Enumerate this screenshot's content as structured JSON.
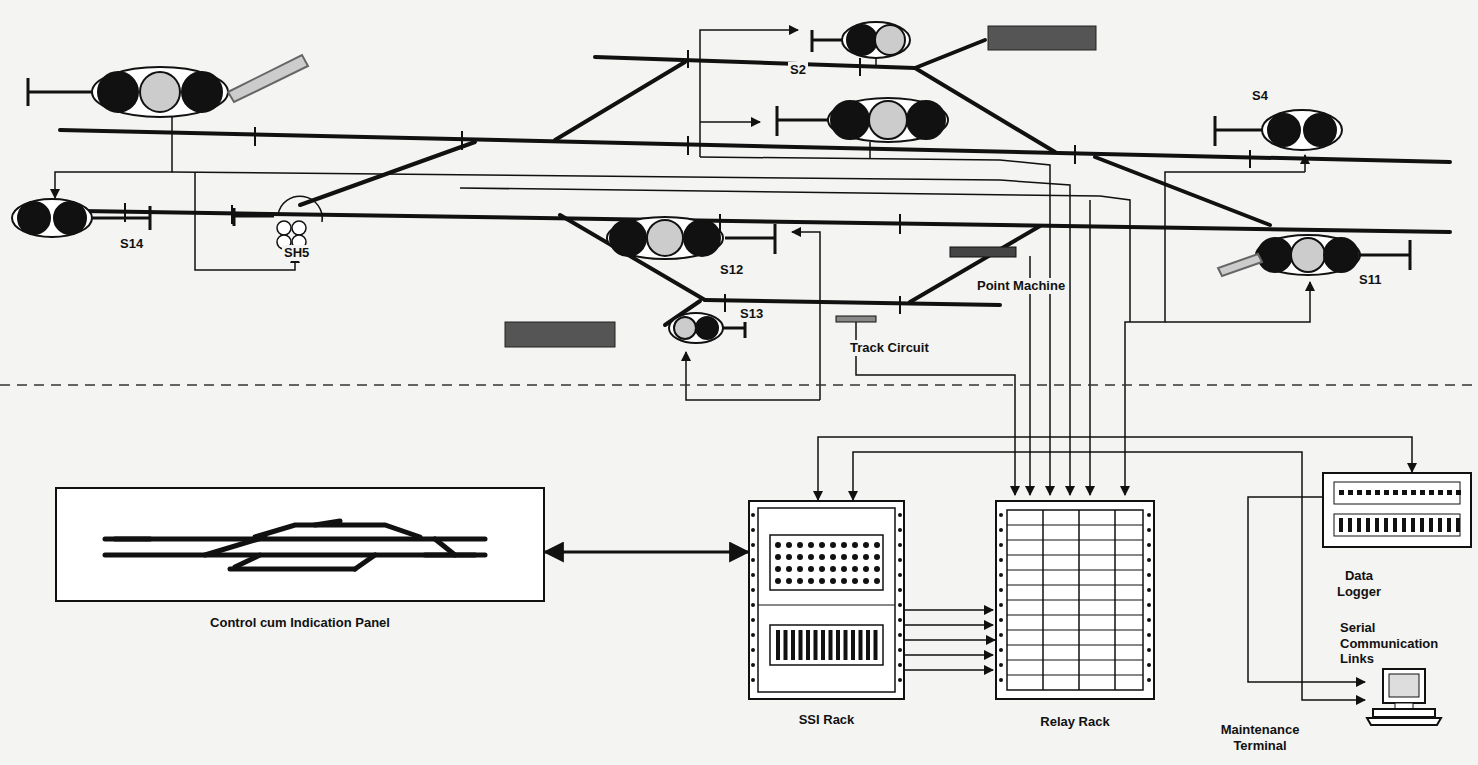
{
  "diagram": {
    "nodes": [
      {
        "text": [
          "Control cum Indication Panel"
        ]
      },
      {
        "text": [
          "SSI Rack"
        ]
      },
      {
        "text": [
          "Relay Rack"
        ]
      },
      {
        "text": [
          "Data Logger"
        ]
      },
      {
        "text": [
          "Maintenance Terminal"
        ]
      }
    ],
    "edges": [
      {
        "from": 0,
        "to": 1,
        "arrow": "both"
      },
      {
        "from": 1,
        "to": 2,
        "arrow": "to"
      },
      {
        "from": 1,
        "to": 3,
        "arrow": "both"
      },
      {
        "from": 1,
        "to": 4,
        "arrow": "both"
      },
      {
        "from": 3,
        "to": 4,
        "arrow": "to"
      }
    ],
    "labels": [
      "S2",
      "S4",
      "S14",
      "SH5",
      "S12",
      "S13",
      "S11",
      "Point Machine",
      "Track Circuit",
      "Serial Communication Links"
    ]
  }
}
